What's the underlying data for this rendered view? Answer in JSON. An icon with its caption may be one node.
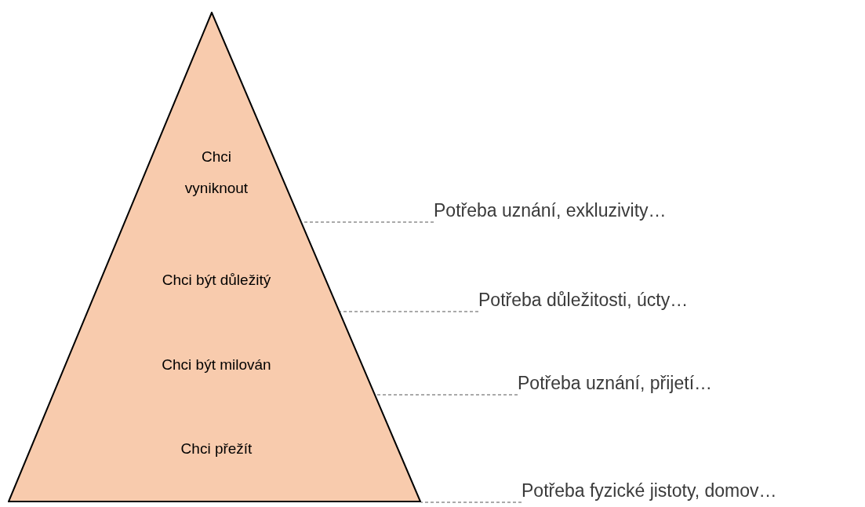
{
  "diagram": {
    "nodes": [
      {
        "text": [
          "Chci vyniknout",
          "Chci být důležitý",
          "Chci být milován",
          "Chci přežít"
        ]
      },
      {
        "text": [
          "Potřeba uznání, exkluzivity…"
        ]
      },
      {
        "text": [
          "Potřeba důležitosti, úcty…"
        ]
      },
      {
        "text": [
          "Potřeba uznání, přijetí…"
        ]
      },
      {
        "text": [
          "Potřeba fyzické jistoty, domov…"
        ]
      }
    ],
    "edges": [
      {
        "from": 1,
        "to": 0,
        "arrow": "none",
        "style": "dashed"
      },
      {
        "from": 2,
        "to": 0,
        "arrow": "none",
        "style": "dashed"
      },
      {
        "from": 3,
        "to": 0,
        "arrow": "none",
        "style": "dashed"
      },
      {
        "from": 4,
        "to": 0,
        "arrow": "none",
        "style": "dashed"
      }
    ]
  }
}
